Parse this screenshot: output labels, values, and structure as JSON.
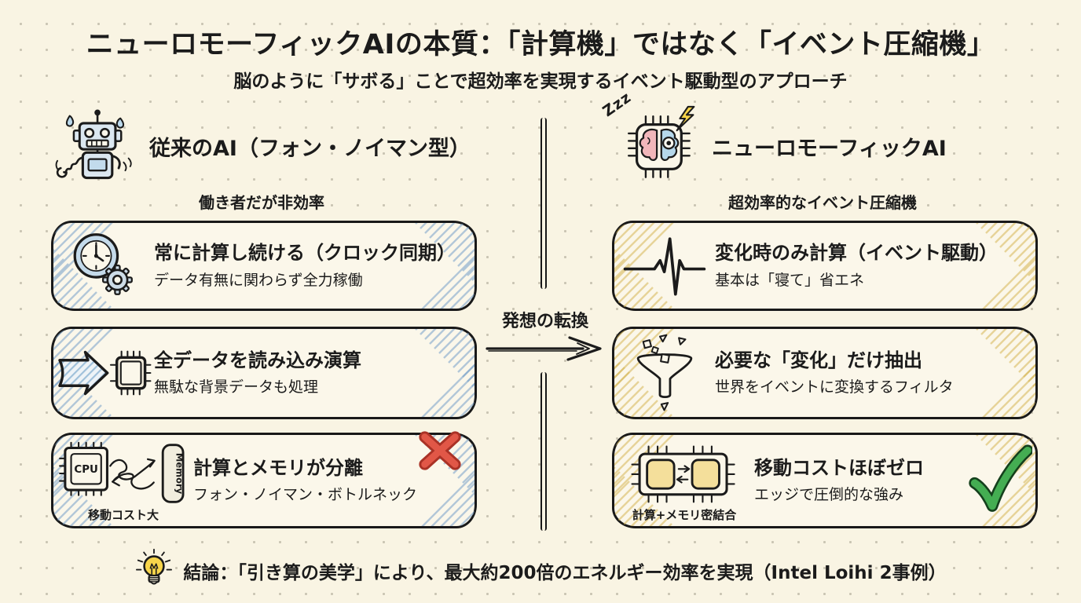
{
  "colors": {
    "background": "#f9f4e3",
    "ink": "#1b1b1b",
    "left_accent": "#7aa2c9",
    "right_accent": "#d7b858",
    "red_x": "#e15747",
    "green_check": "#44ad52",
    "bulb_yellow": "#f7d54b",
    "brain_pink": "#f1b6ba",
    "brain_blue": "#b5d7ea",
    "chip_yellow": "#f4df9b"
  },
  "header": {
    "title": "ニューロモーフィックAIの本質：「計算機」ではなく「イベント圧縮機」",
    "subtitle": "脳のように「サボる」ことで超効率を実現するイベント駆動型のアプローチ"
  },
  "left_column": {
    "heading": "従来のAI（フォン・ノイマン型）",
    "tagline": "働き者だが非効率",
    "boxes": [
      {
        "title": "常に計算し続ける（クロック同期）",
        "desc": "データ有無に関わらず全力稼働"
      },
      {
        "title": "全データを読み込み演算",
        "desc": "無駄な背景データも処理"
      },
      {
        "title": "計算とメモリが分離",
        "desc": "フォン・ノイマン・ボトルネック",
        "cpu_label": "CPU",
        "memory_label": "Memory",
        "icon_caption": "移動コスト大"
      }
    ]
  },
  "center": {
    "label": "発想の転換"
  },
  "right_column": {
    "heading": "ニューロモーフィックAI",
    "zzz": "Zzz",
    "tagline": "超効率的なイベント圧縮機",
    "boxes": [
      {
        "title": "変化時のみ計算（イベント駆動）",
        "desc": "基本は「寝て」省エネ"
      },
      {
        "title": "必要な「変化」だけ抽出",
        "desc": "世界をイベントに変換するフィルタ"
      },
      {
        "title": "移動コストほぼゼロ",
        "desc": "エッジで圧倒的な強み",
        "icon_caption": "計算+メモリ密結合"
      }
    ]
  },
  "footer": {
    "text": "結論：「引き算の美学」により、最大約200倍のエネルギー効率を実現（Intel Loihi 2事例）"
  }
}
